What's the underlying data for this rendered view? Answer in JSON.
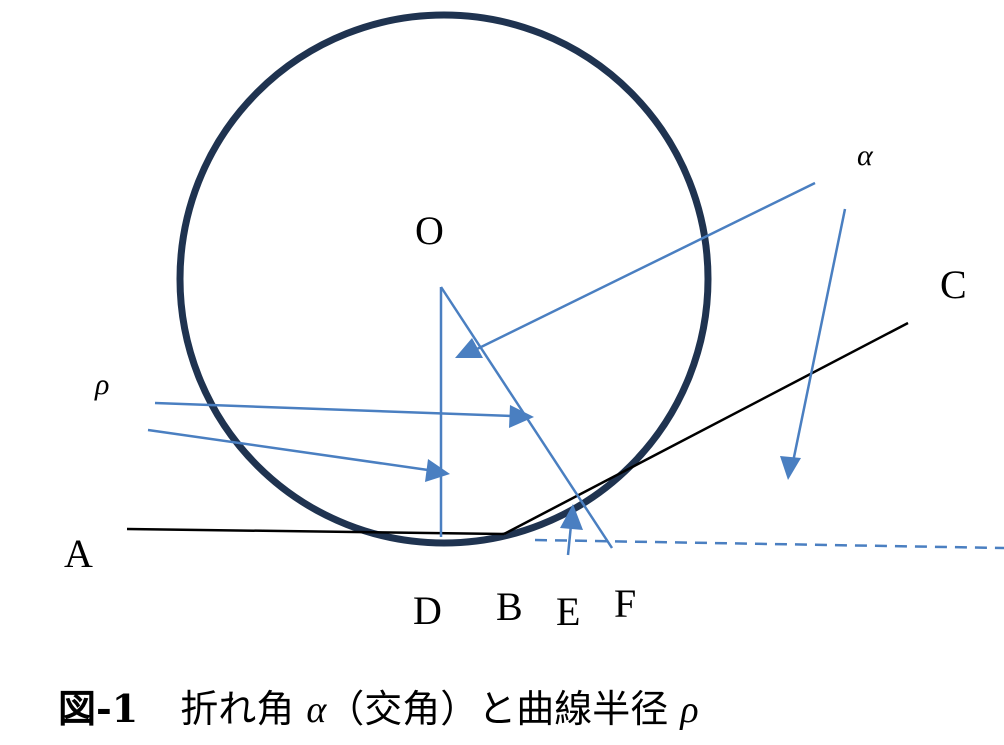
{
  "labels": {
    "O": "O",
    "A": "A",
    "B": "B",
    "C": "C",
    "D": "D",
    "E": "E",
    "F": "F",
    "alpha": "α",
    "rho": "ρ"
  },
  "caption": {
    "figure": "図-1",
    "text": "折れ角",
    "alpha": "α",
    "paren": "（交角）と曲線半径",
    "rho": "ρ"
  },
  "colors": {
    "circle": "#1f3350",
    "arrow": "#4a7fc1",
    "line": "#000000"
  }
}
